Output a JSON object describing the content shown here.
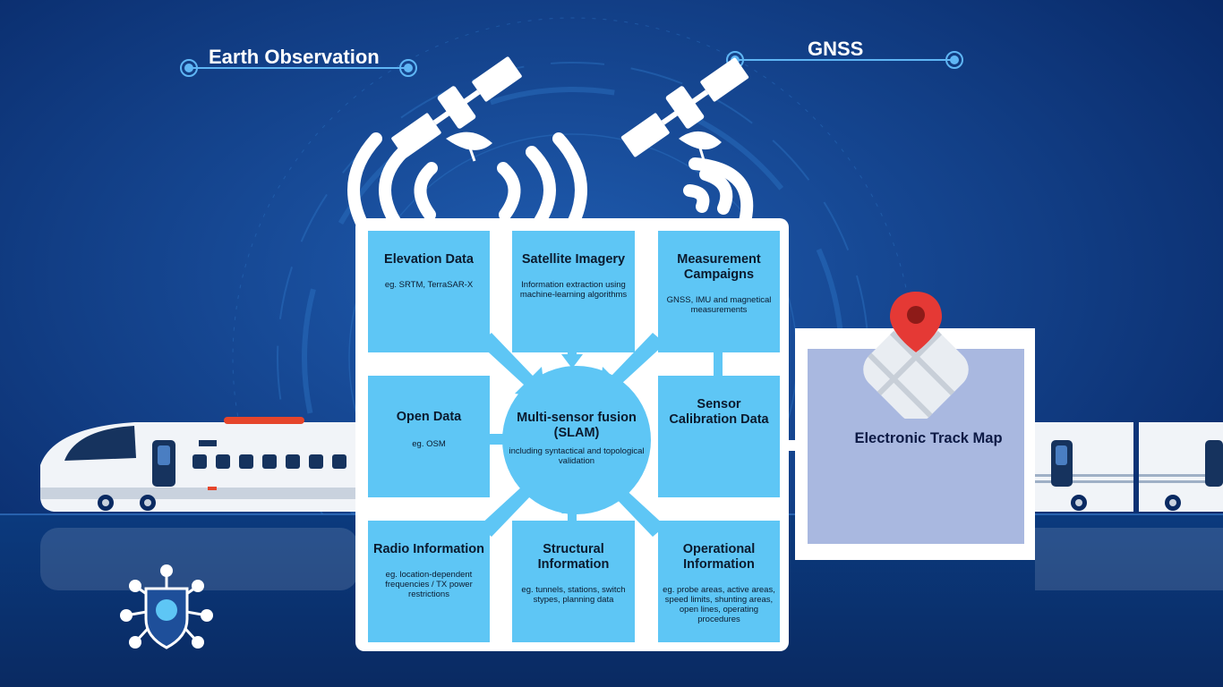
{
  "headers": {
    "earth_observation": "Earth Observation",
    "gnss": "GNSS"
  },
  "cells": {
    "elevation": {
      "title": "Elevation Data",
      "sub": "eg. SRTM, TerraSAR-X"
    },
    "satellite": {
      "title": "Satellite Imagery",
      "sub": "Information extraction using machine-learning algorithms"
    },
    "measurement": {
      "title": "Measurement Campaigns",
      "sub": "GNSS, IMU and magnetical measurements"
    },
    "open_data": {
      "title": "Open Data",
      "sub": "eg. OSM"
    },
    "sensor": {
      "title": "Sensor Calibration Data",
      "sub": ""
    },
    "radio": {
      "title": "Radio Information",
      "sub": "eg. location-dependent frequencies / TX power restrictions"
    },
    "structural": {
      "title": "Structural Information",
      "sub": "eg. tunnels, stations, switch stypes, planning data"
    },
    "operational": {
      "title": "Operational Information",
      "sub": "eg. probe areas, active areas, speed limits, shunting areas, open lines, operating procedures"
    }
  },
  "hub": {
    "title": "Multi-sensor fusion (SLAM)",
    "sub": "including syntactical and topological validation"
  },
  "output": {
    "title": "Electronic Track Map"
  },
  "icons": {
    "satellite_left": "satellite-icon",
    "satellite_right": "satellite-icon",
    "map_pin": "map-pin-icon",
    "logo": "emblem-logo"
  },
  "colors": {
    "background": "#0a2f6e",
    "cell": "#5ec6f5",
    "output_panel": "#a9b8e0",
    "pin": "#e53935"
  }
}
